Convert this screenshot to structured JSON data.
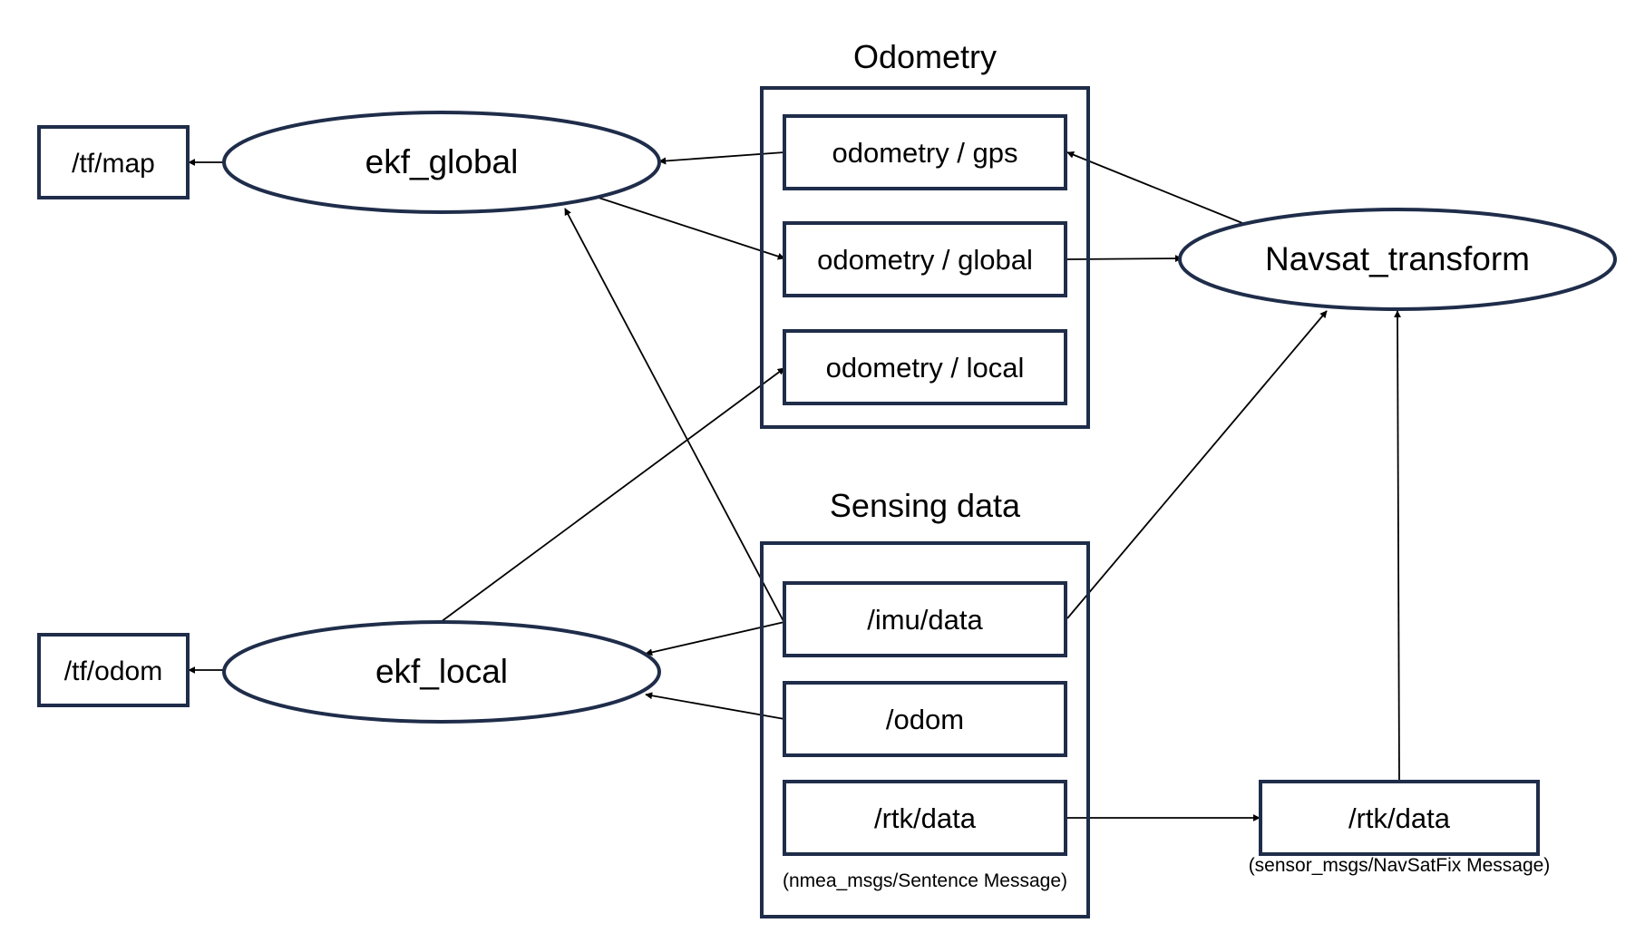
{
  "colors": {
    "stroke": "#1f2d4a",
    "edge": "#000000",
    "background": "#ffffff"
  },
  "groups": {
    "odometry": {
      "title": "Odometry"
    },
    "sensing": {
      "title": "Sensing data",
      "note": "(nmea_msgs/Sentence Message)"
    }
  },
  "nodes": {
    "ekf_global": "ekf_global",
    "ekf_local": "ekf_local",
    "navsat": "Navsat_transform"
  },
  "outputs": {
    "tf_map": "/tf/map",
    "tf_odom": "/tf/odom"
  },
  "topics": {
    "odom_gps": "odometry / gps",
    "odom_global": "odometry / global",
    "odom_local": "odometry / local",
    "imu": "/imu/data",
    "odom": "/odom",
    "rtk": "/rtk/data"
  },
  "rtk_fix": {
    "label": "/rtk/data",
    "note": "(sensor_msgs/NavSatFix Message)"
  },
  "edges": [
    {
      "from": "ekf_global",
      "to": "/tf/map"
    },
    {
      "from": "odometry / gps",
      "to": "ekf_global"
    },
    {
      "from": "ekf_global",
      "to": "odometry / global"
    },
    {
      "from": "Navsat_transform",
      "to": "odometry / gps"
    },
    {
      "from": "odometry / global",
      "to": "Navsat_transform"
    },
    {
      "from": "/imu/data",
      "to": "ekf_global"
    },
    {
      "from": "ekf_local",
      "to": "odometry / local"
    },
    {
      "from": "/imu/data",
      "to": "ekf_local"
    },
    {
      "from": "/odom",
      "to": "ekf_local"
    },
    {
      "from": "/imu/data",
      "to": "Navsat_transform"
    },
    {
      "from": "/rtk/data",
      "to": "/rtk/data (NavSatFix)"
    },
    {
      "from": "/rtk/data (NavSatFix)",
      "to": "Navsat_transform"
    },
    {
      "from": "ekf_local",
      "to": "/tf/odom"
    }
  ]
}
